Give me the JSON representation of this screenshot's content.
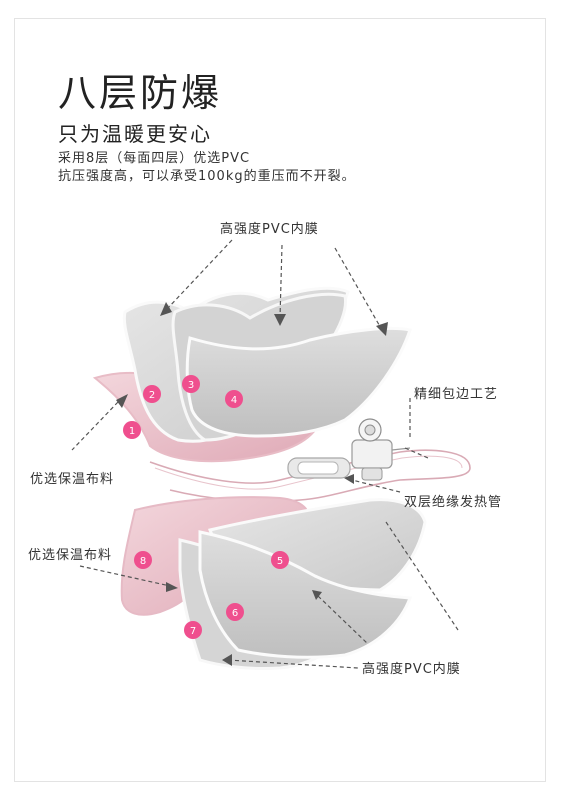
{
  "header": {
    "title": "八层防爆",
    "subtitle": "只为温暖更安心",
    "desc_line1": "采用8层（每面四层）优选PVC",
    "desc_line2": "抗压强度高，可以承受100kg的重压而不开裂。"
  },
  "labels": {
    "pvc_top": "高强度PVC内膜",
    "edge_craft": "精细包边工艺",
    "fabric_top": "优选保温布料",
    "heating_tube": "双层绝缘发热管",
    "fabric_bottom": "优选保温布料",
    "pvc_bottom": "高强度PVC内膜"
  },
  "layers": [
    "1",
    "2",
    "3",
    "4",
    "5",
    "6",
    "7",
    "8"
  ],
  "colors": {
    "badge": "#ef4f8e",
    "pink_fabric": "#efc9d2",
    "pvc_gray": "#d8d8d8",
    "text": "#222222"
  }
}
